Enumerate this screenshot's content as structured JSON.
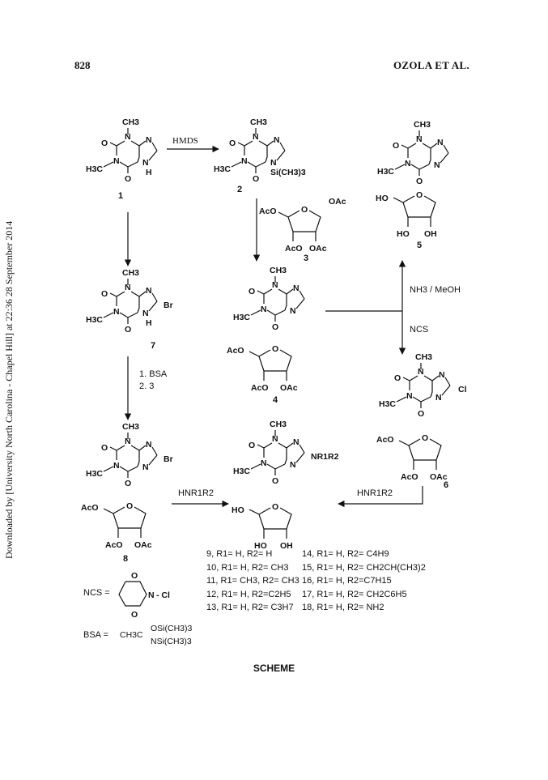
{
  "header": {
    "page_number": "828",
    "running_head": "OZOLA ET AL."
  },
  "side_note": "Downloaded by [University North Carolina - Chapel Hill] at 22:36 28 September 2014",
  "reagents": {
    "hmds": "HMDS",
    "nh3_meoh": "NH3 / MeOH",
    "ncs": "NCS",
    "bsa_step": "1. BSA",
    "step2": "2.  3",
    "hnr_left": "HNR1R2",
    "hnr_right": "HNR1R2"
  },
  "compound_numbers": [
    "1",
    "2",
    "3",
    "4",
    "5",
    "6",
    "7",
    "8"
  ],
  "compound_list": [
    {
      "left": "9, R1= H, R2= H",
      "right": "14, R1= H, R2= C4H9"
    },
    {
      "left": "10, R1= H, R2= CH3",
      "right": "15, R1= H, R2= CH2CH(CH3)2"
    },
    {
      "left": "11, R1= CH3, R2= CH3",
      "right": "16, R1= H, R2=C7H15"
    },
    {
      "left": "12, R1= H, R2=C2H5",
      "right": "17, R1= H, R2= CH2C6H5"
    },
    {
      "left": "13, R1= H, R2= C3H7",
      "right": "18, R1= H, R2= NH2"
    }
  ],
  "definitions": {
    "ncs_label": "NCS =",
    "bsa_label": "BSA =",
    "bsa_formula_top": "OSi(CH3)3",
    "bsa_formula_bottom": "NSi(CH3)3",
    "bsa_prefix": "CH3C"
  },
  "caption": "SCHEME"
}
